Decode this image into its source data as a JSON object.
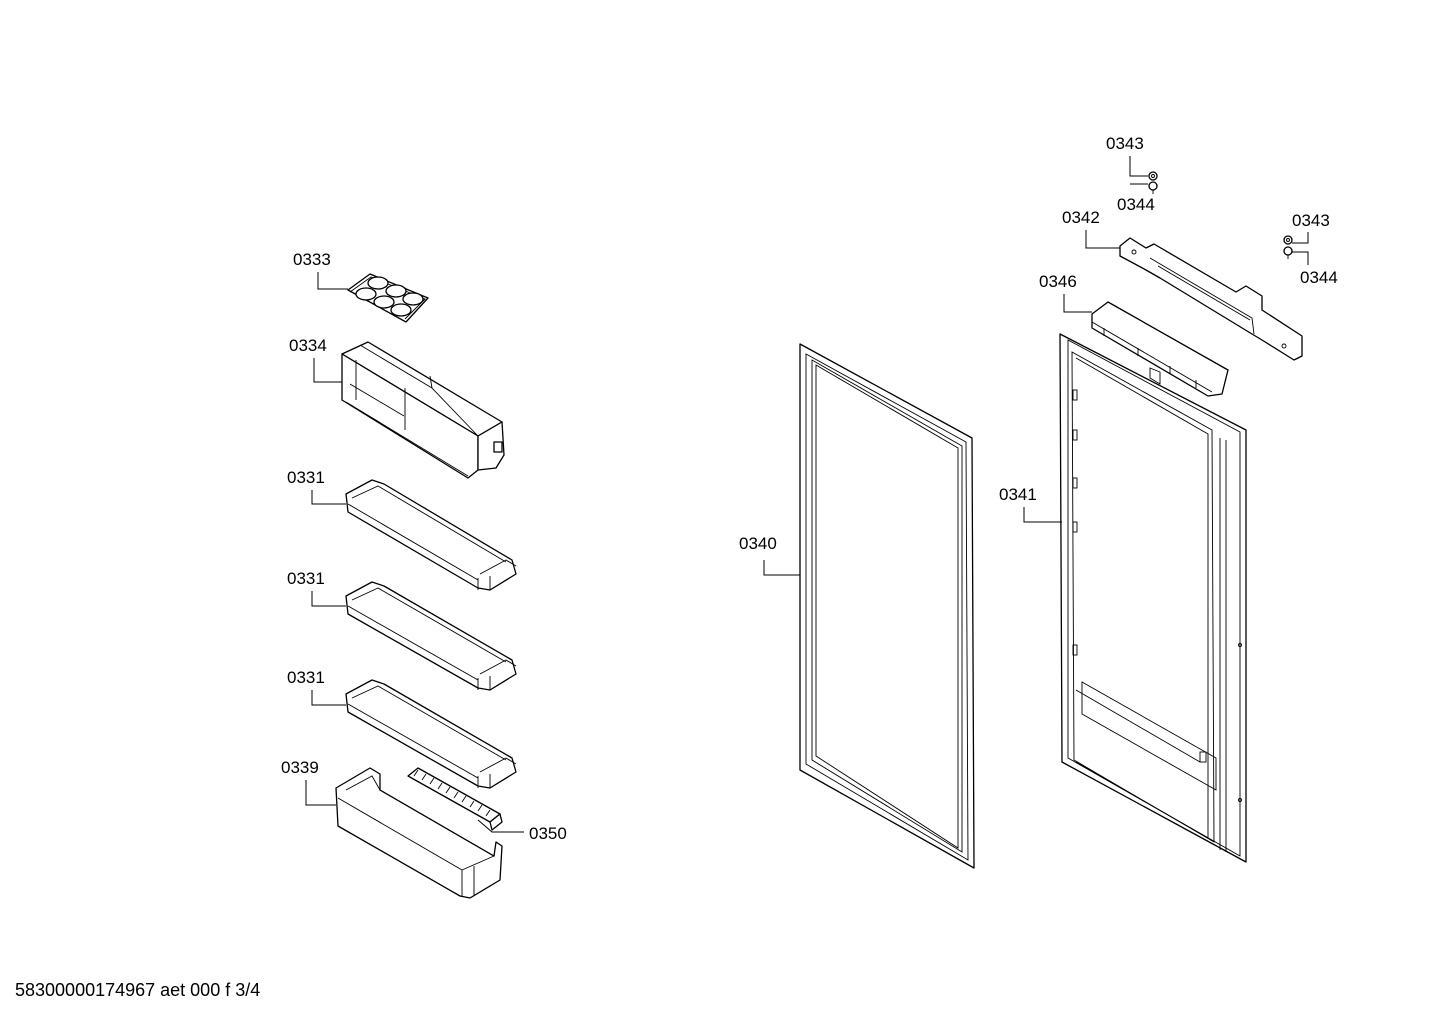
{
  "footer": {
    "doc_id": "58300000174967 aet 000 f 3/4"
  },
  "labels": {
    "egg_tray": "0333",
    "butter_compartment": "0334",
    "door_shelf_1": "0331",
    "door_shelf_2": "0331",
    "door_shelf_3": "0331",
    "bottle_shelf": "0339",
    "bottle_holder": "0350",
    "door_gasket": "0340",
    "door_inner_liner": "0341",
    "door_hinge_bracket": "0342",
    "top_cover": "0346",
    "nut_left": "0343",
    "screw_left": "0344",
    "nut_right": "0343",
    "screw_right": "0344"
  }
}
